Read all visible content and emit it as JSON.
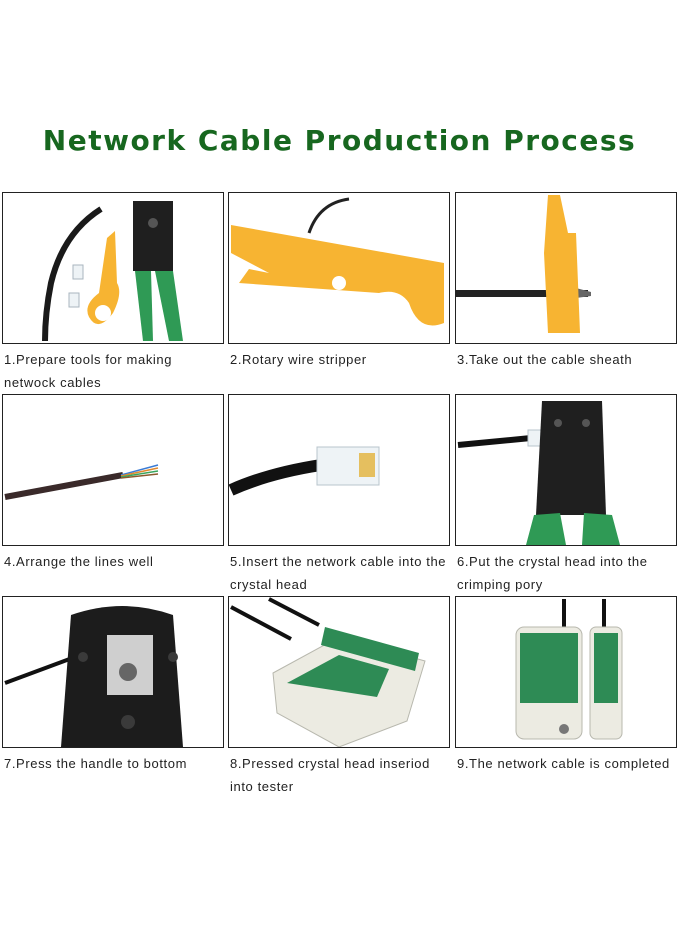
{
  "title": "Network Cable Production Process",
  "steps": [
    {
      "caption": "1.Prepare tools for making netwock cables"
    },
    {
      "caption": "2.Rotary wire stripper"
    },
    {
      "caption": "3.Take out the cable sheath"
    },
    {
      "caption": "4.Arrange the lines well"
    },
    {
      "caption": "5.Insert the network cable into the crystal head"
    },
    {
      "caption": "6.Put the crystal head into the crimping pory"
    },
    {
      "caption": "7.Press the handle to bottom"
    },
    {
      "caption": "8.Pressed crystal head inseriod into tester"
    },
    {
      "caption": "9.The network cable is completed"
    }
  ],
  "colors": {
    "title": "#17671f",
    "tool_green": "#2f9a55",
    "stripper_orange": "#f7b432",
    "tool_black": "#1f1f1f"
  }
}
